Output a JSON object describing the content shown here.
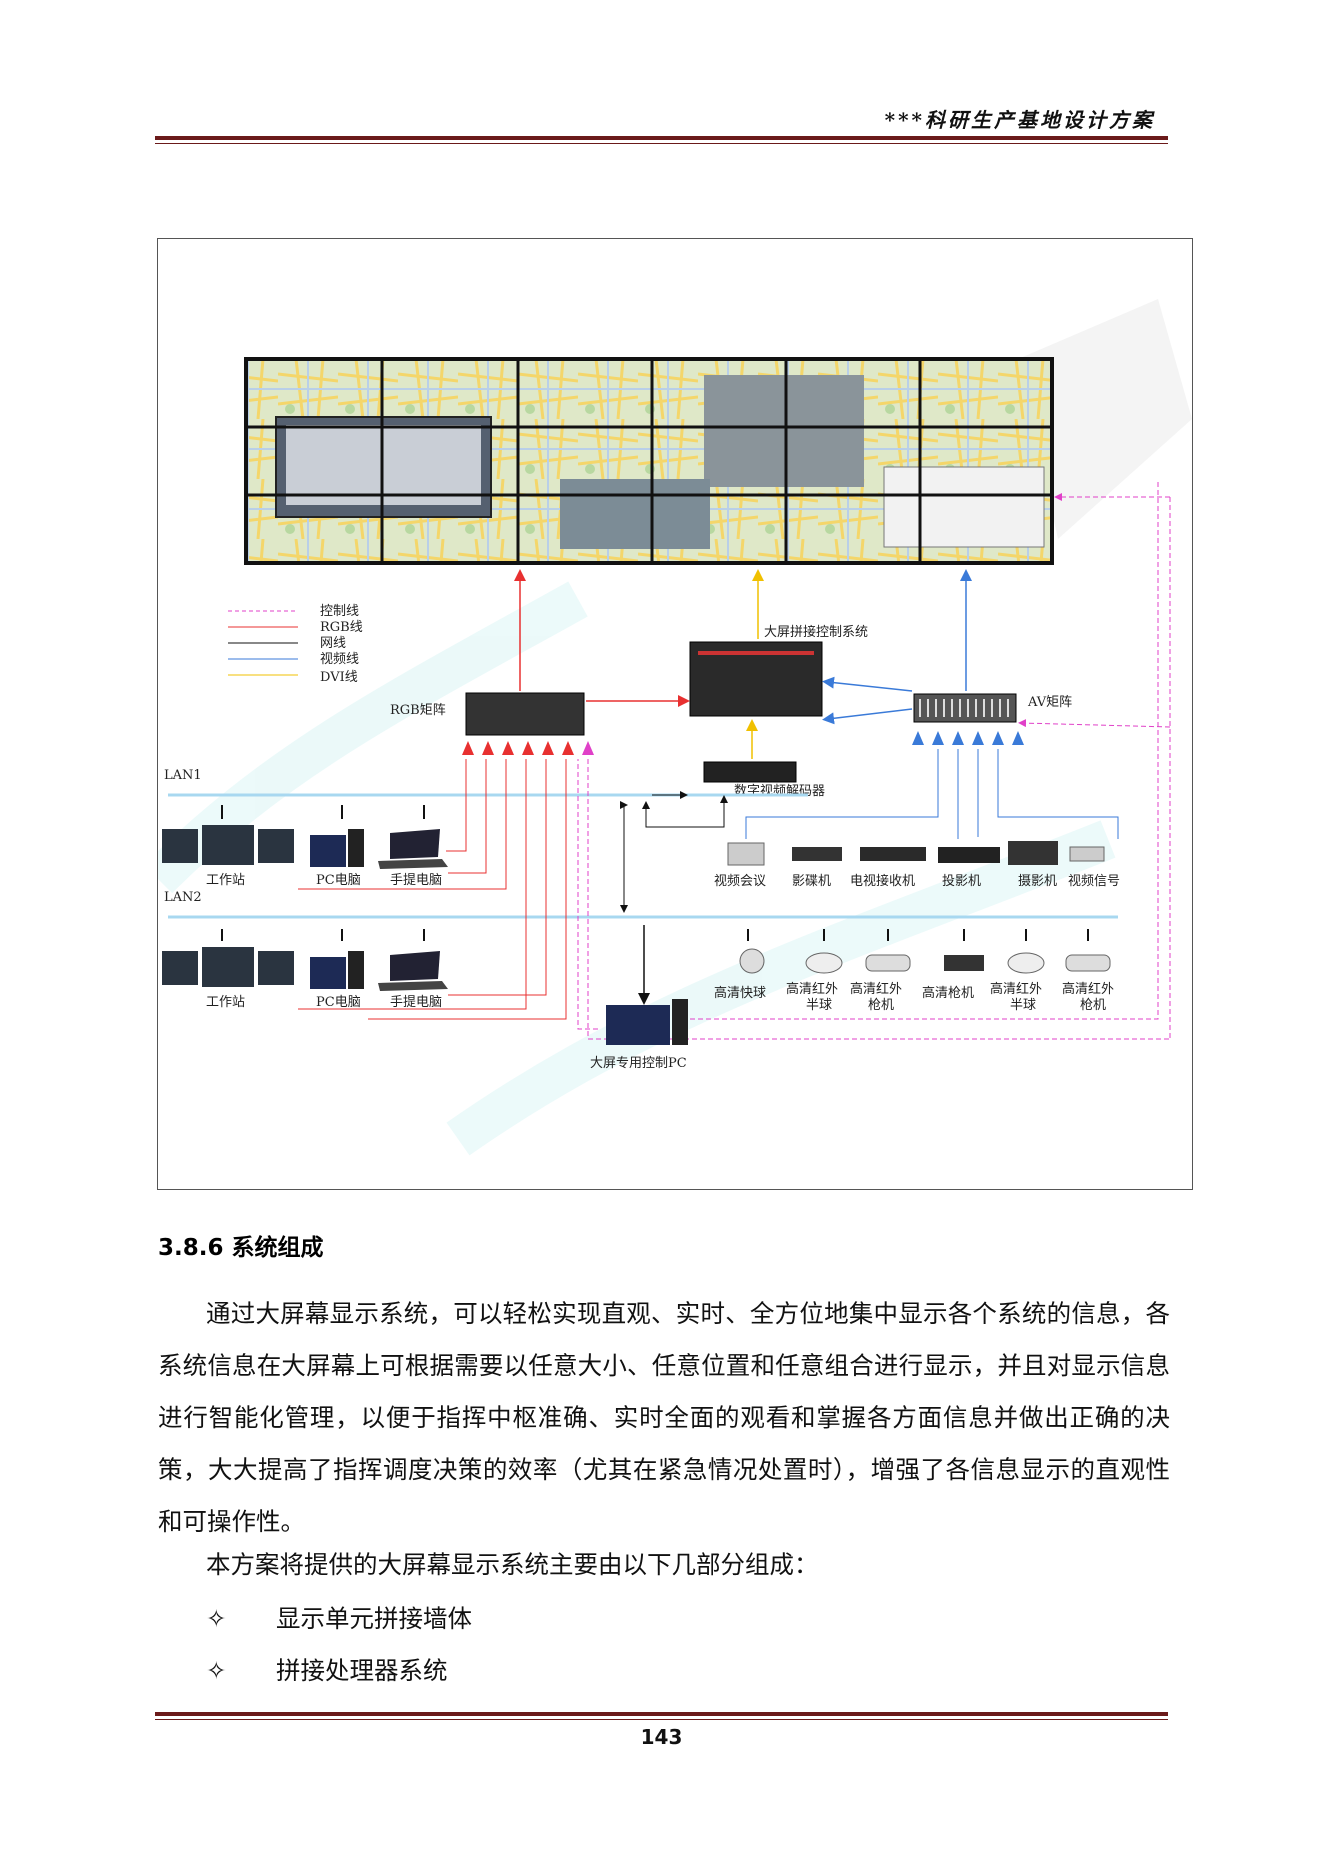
{
  "header": {
    "title": "***科研生产基地设计方案"
  },
  "figure": {
    "legend": [
      "控制线",
      "RGB线",
      "网线",
      "视频线",
      "DVI线"
    ],
    "labels": {
      "splicer": "大屏拼接控制系统",
      "rgb_matrix": "RGB矩阵",
      "av_matrix": "AV矩阵",
      "decoder": "数字视频解码器",
      "lan1": "LAN1",
      "lan2": "LAN2",
      "ws1": "工作站",
      "pc1": "PC电脑",
      "lap1": "手提电脑",
      "ws2": "工作站",
      "pc2": "PC电脑",
      "lap2": "手提电脑",
      "video_conf": "视频会议",
      "dvd": "影碟机",
      "tv": "电视接收机",
      "projector": "投影机",
      "camcorder": "摄影机",
      "video_signal": "视频信号",
      "cam1": "高清快球",
      "cam2a": "高清红外",
      "cam2b": "半球",
      "cam3a": "高清红外",
      "cam3b": "枪机",
      "cam4": "高清枪机",
      "cam5a": "高清红外",
      "cam5b": "半球",
      "cam6a": "高清红外",
      "cam6b": "枪机",
      "control_pc": "大屏专用控制PC"
    }
  },
  "section": {
    "heading": "3.8.6 系统组成",
    "paragraph": "通过大屏幕显示系统，可以轻松实现直观、实时、全方位地集中显示各个系统的信息，各系统信息在大屏幕上可根据需要以任意大小、任意位置和任意组合进行显示，并且对显示信息进行智能化管理，以便于指挥中枢准确、实时全面的观看和掌握各方面信息并做出正确的决策，大大提高了指挥调度决策的效率（尤其在紧急情况处置时），增强了各信息显示的直观性和可操作性。",
    "intro": "本方案将提供的大屏幕显示系统主要由以下几部分组成：",
    "bullets": [
      "显示单元拼接墙体",
      "拼接处理器系统"
    ],
    "bullet_symbol": "✧"
  },
  "footer": {
    "page_number": "143"
  },
  "colors": {
    "rule": "#6b1a1a",
    "control": "#e040c8",
    "rgb": "#e83030",
    "net": "#111111",
    "video": "#3a7ad8",
    "dvi": "#f0c000"
  }
}
